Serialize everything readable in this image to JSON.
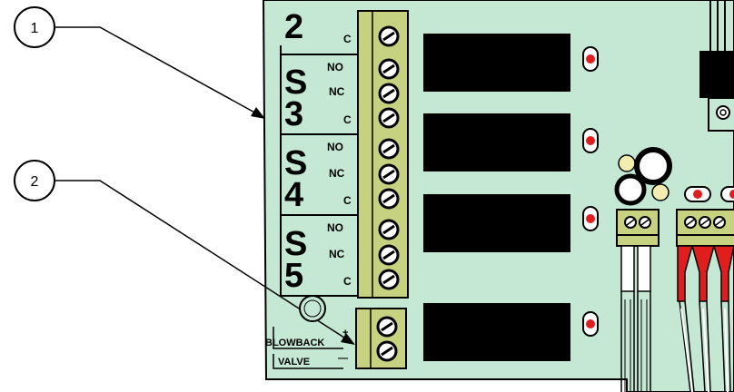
{
  "callouts": [
    {
      "number": "1"
    },
    {
      "number": "2"
    }
  ],
  "relay_groups": [
    {
      "digit": "2",
      "terminals": [
        "C"
      ]
    },
    {
      "digit": "S3",
      "letter": "S",
      "number": "3",
      "terminals": [
        "NO",
        "NC",
        "C"
      ]
    },
    {
      "digit": "S4",
      "letter": "S",
      "number": "4",
      "terminals": [
        "NO",
        "NC",
        "C"
      ]
    },
    {
      "digit": "S5",
      "letter": "S",
      "number": "5",
      "terminals": [
        "NO",
        "NC",
        "C"
      ]
    }
  ],
  "blowback": {
    "line1": "BLOWBACK",
    "line2": "VALVE",
    "plus": "+",
    "minus": "—"
  },
  "colors": {
    "board": "#c4e8d3",
    "terminal": "#c7d281",
    "relay": "#000000",
    "led": "#e01e1e",
    "wire_red": "#e01e1e",
    "wire_white": "#ffffff"
  }
}
